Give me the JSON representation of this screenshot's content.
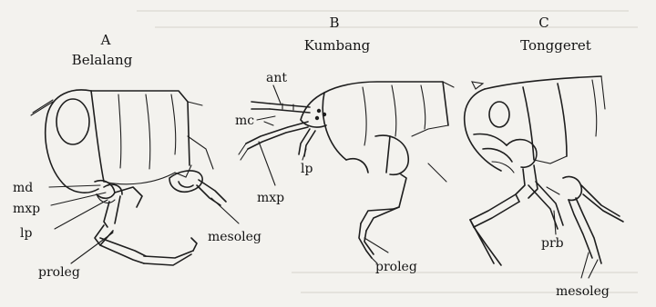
{
  "panels": [
    {
      "letter": "A",
      "name": "Belalang",
      "labels": {
        "md": "md",
        "mxp": "mxp",
        "lp": "lp",
        "proleg": "proleg",
        "mesoleg": "mesoleg"
      }
    },
    {
      "letter": "B",
      "name": "Kumbang",
      "labels": {
        "ant": "ant",
        "mc": "mc",
        "lp": "lp",
        "mxp": "mxp",
        "proleg": "proleg"
      }
    },
    {
      "letter": "C",
      "name": "Tonggeret",
      "labels": {
        "prb": "prb",
        "mesoleg": "mesoleg"
      }
    }
  ],
  "colors": {
    "ink": "#1e1e1e",
    "paper": "#f3f2ee"
  }
}
